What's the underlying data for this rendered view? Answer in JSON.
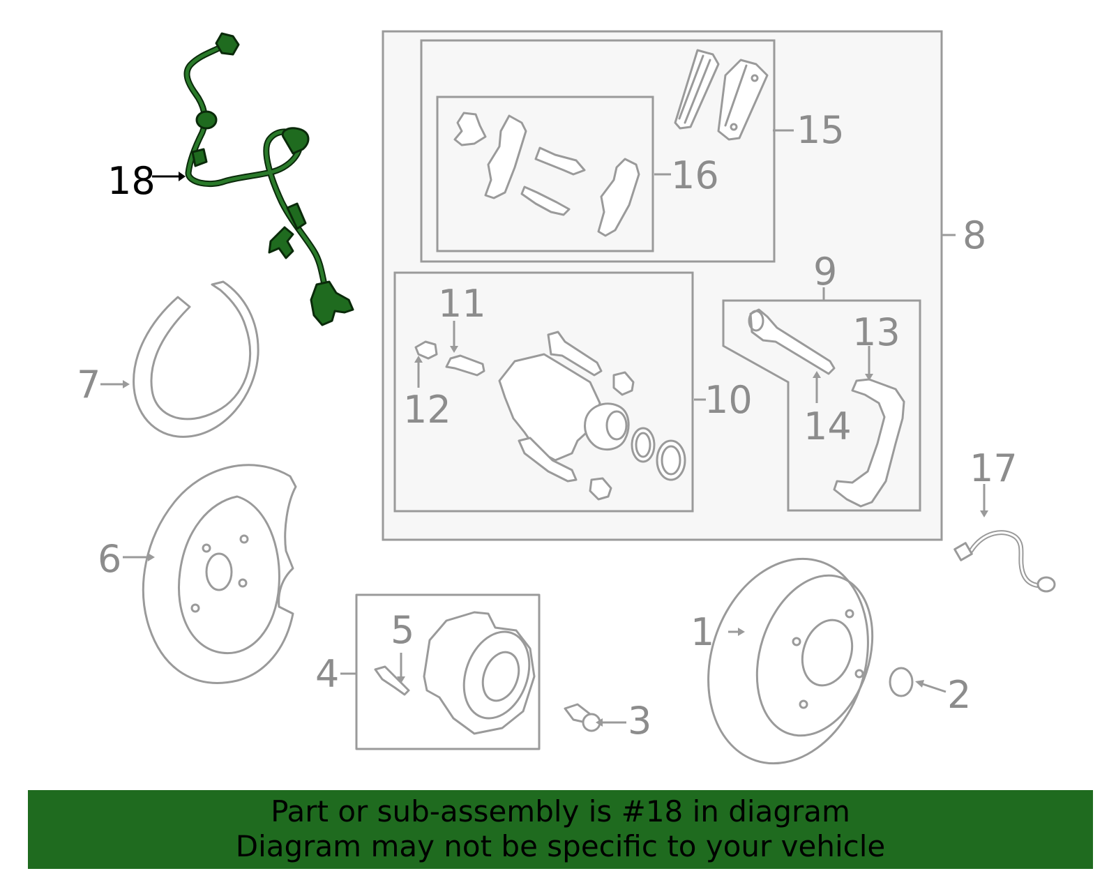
{
  "diagram": {
    "callouts": {
      "c1": "1",
      "c2": "2",
      "c3": "3",
      "c4": "4",
      "c5": "5",
      "c6": "6",
      "c7": "7",
      "c8": "8",
      "c9": "9",
      "c10": "10",
      "c11": "11",
      "c12": "12",
      "c13": "13",
      "c14": "14",
      "c15": "15",
      "c16": "16",
      "c17": "17",
      "c18": "18"
    },
    "highlighted_part": "18",
    "highlight_color": "#1f6b1f",
    "line_color": "#9a9a9a"
  },
  "banner": {
    "line1": "Part or sub-assembly is #18 in diagram",
    "line2": "Diagram may not be specific to your vehicle",
    "background_color": "#1f6b1f"
  }
}
